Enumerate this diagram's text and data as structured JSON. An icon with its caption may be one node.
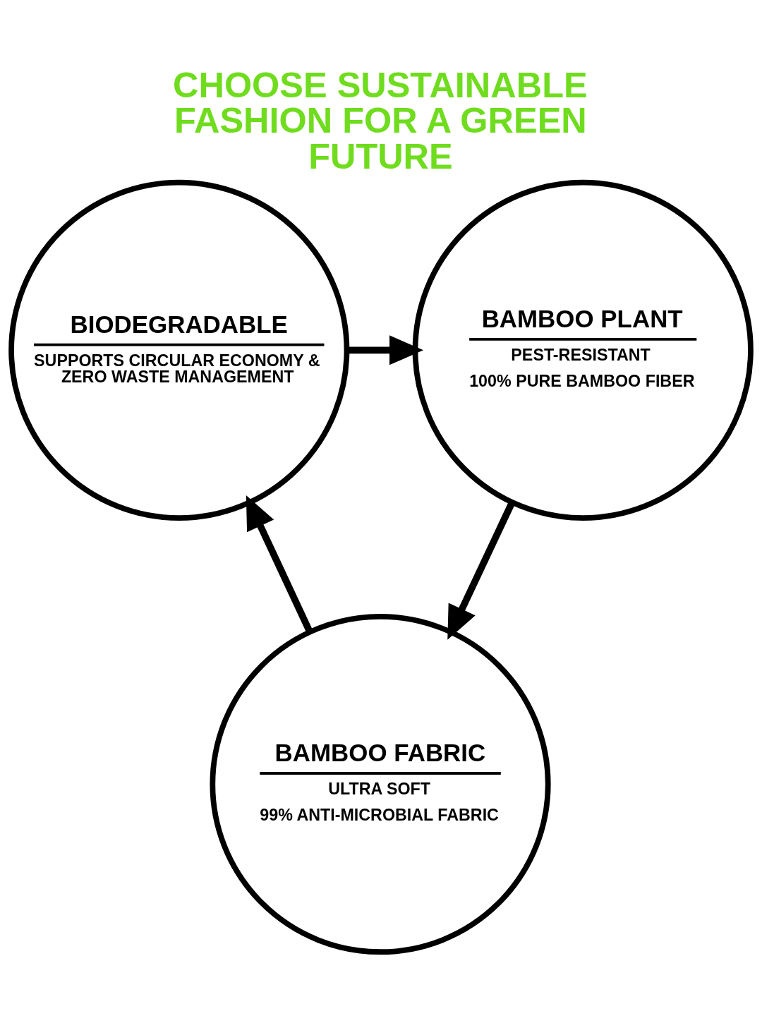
{
  "diagram": {
    "title": "CHOOSE SUSTAINABLE FASHION FOR A GREEN FUTURE",
    "nodes": [
      {
        "text": [
          "BIODEGRADABLE",
          "SUPPORTS CIRCULAR ECONOMY & ZERO WASTE MANAGEMENT"
        ]
      },
      {
        "text": [
          "BAMBOO PLANT",
          "PEST-RESISTANT",
          "100% PURE BAMBOO FIBER"
        ]
      },
      {
        "text": [
          "BAMBOO FABRIC",
          "ULTRA SOFT",
          "99% ANTI-MICROBIAL FABRIC"
        ]
      }
    ],
    "edges": [
      {
        "from": 0,
        "to": 1,
        "arrow": "to"
      },
      {
        "from": 1,
        "to": 2,
        "arrow": "to"
      },
      {
        "from": 2,
        "to": 0,
        "arrow": "to"
      }
    ]
  }
}
